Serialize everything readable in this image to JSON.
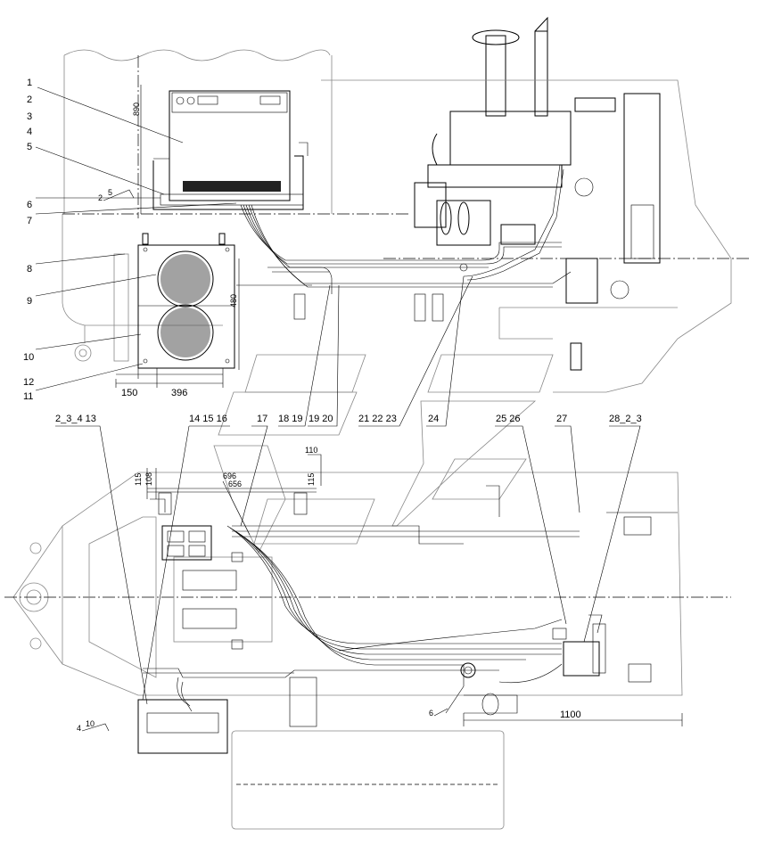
{
  "drawing": {
    "callouts_top": [
      {
        "id": "c1",
        "text": "1"
      },
      {
        "id": "c2",
        "text": "2"
      },
      {
        "id": "c3",
        "text": "3"
      },
      {
        "id": "c4",
        "text": "4"
      },
      {
        "id": "c5",
        "text": "5"
      },
      {
        "id": "c6",
        "text": "6"
      },
      {
        "id": "c7",
        "text": "7"
      },
      {
        "id": "c8",
        "text": "8"
      },
      {
        "id": "c9",
        "text": "9"
      },
      {
        "id": "c10",
        "text": "10"
      },
      {
        "id": "c12",
        "text": "12"
      },
      {
        "id": "c11",
        "text": "11"
      }
    ],
    "callouts_mid": [
      {
        "id": "g1",
        "text": "2_3_4 13"
      },
      {
        "id": "g2",
        "text": "14 15 16"
      },
      {
        "id": "g3",
        "text": "17"
      },
      {
        "id": "g4",
        "text": "18 19"
      },
      {
        "id": "g5",
        "text": "19 20"
      },
      {
        "id": "g6",
        "text": "21 22 23"
      },
      {
        "id": "g7",
        "text": "24"
      },
      {
        "id": "g8",
        "text": "25 26"
      },
      {
        "id": "g9",
        "text": "27"
      },
      {
        "id": "g10",
        "text": "28_2_3"
      }
    ],
    "dimensions": {
      "d150": "150",
      "d396": "396",
      "d480": "480",
      "d890": "890",
      "d110": "110",
      "d115a": "115",
      "d108": "108",
      "d115b": "115",
      "d696": "696",
      "d656": "656",
      "d1100": "1100"
    },
    "weld_marks": {
      "w1": "2",
      "w1b": "5",
      "w2": "4",
      "w2b": "10",
      "w3": "6"
    }
  }
}
